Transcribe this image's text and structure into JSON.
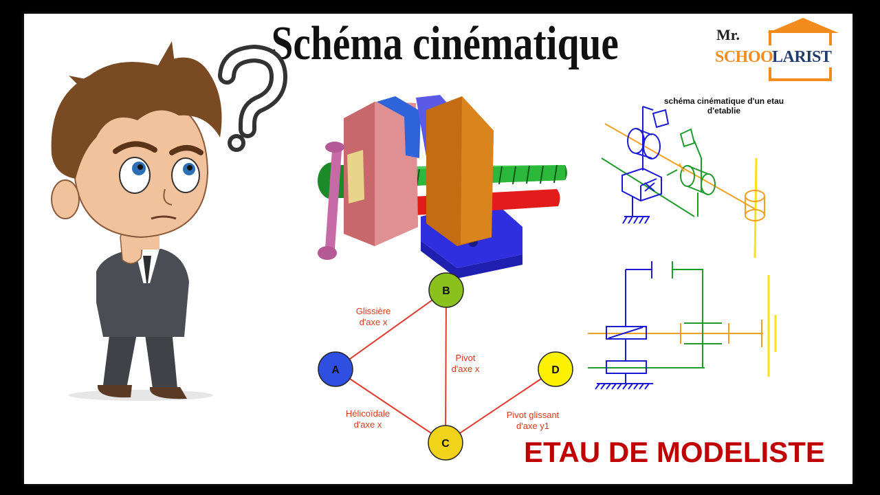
{
  "title": "Schéma cinématique",
  "logo": {
    "mr": "Mr.",
    "left_word": "SCHOO",
    "right_word": "LARIST"
  },
  "schema_caption": "schéma cinématique d'un etau d'etablie",
  "footer_title": "ETAU DE MODELISTE",
  "graph": {
    "nodes": [
      {
        "id": "A",
        "label": "A",
        "color": "#2f4fe0"
      },
      {
        "id": "B",
        "label": "B",
        "color": "#8ac11c"
      },
      {
        "id": "C",
        "label": "C",
        "color": "#f2d31b"
      },
      {
        "id": "D",
        "label": "D",
        "color": "#fff200"
      }
    ],
    "edges": [
      {
        "from": "A",
        "to": "B",
        "label_line1": "Glissière",
        "label_line2": "d'axe x"
      },
      {
        "from": "B",
        "to": "C",
        "label_line1": "Pivot",
        "label_line2": "d'axe x"
      },
      {
        "from": "A",
        "to": "C",
        "label_line1": "Hélicoïdale",
        "label_line2": "d'axe x"
      },
      {
        "from": "C",
        "to": "D",
        "label_line1": "Pivot glissant",
        "label_line2": "d'axe y1"
      }
    ],
    "edge_color": "#e03b2e"
  },
  "colors": {
    "accent_red": "#c00000",
    "logo_orange": "#f28c1c",
    "logo_navy": "#1f3c6e",
    "blue": "#1b1bd6",
    "green": "#1f9a2d",
    "orange": "#f0a020",
    "yellow": "#f7e21b"
  }
}
